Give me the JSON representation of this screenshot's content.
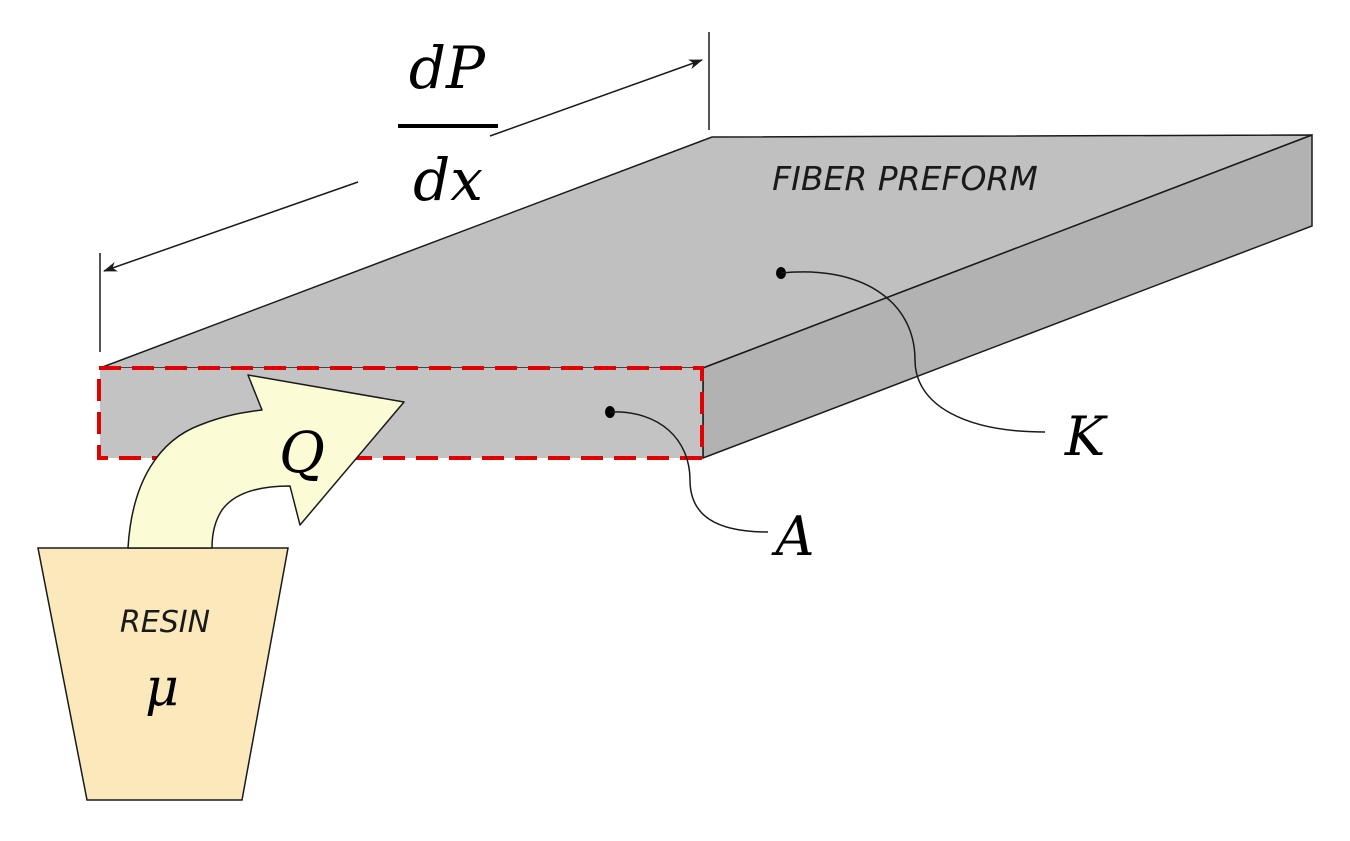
{
  "labels": {
    "dp_numerator": "dP",
    "dp_denominator": "dx",
    "preform": "FIBER PREFORM",
    "permeability": "K",
    "area": "A",
    "flow_rate": "Q",
    "resin": "RESIN",
    "viscosity": "μ"
  },
  "colors": {
    "preform_top": "#c0c0c0",
    "preform_side": "#b2b2b2",
    "preform_front": "#c3c3c3",
    "outline": "#1a1a1a",
    "dashed_box": "#e00000",
    "resin_fill": "#fbe8bb",
    "arrow_fill": "#fbfbd6"
  },
  "icons": {
    "dimension_arrow": "double-arrow",
    "flow_arrow": "curved-arrow",
    "resin_container": "cup"
  }
}
